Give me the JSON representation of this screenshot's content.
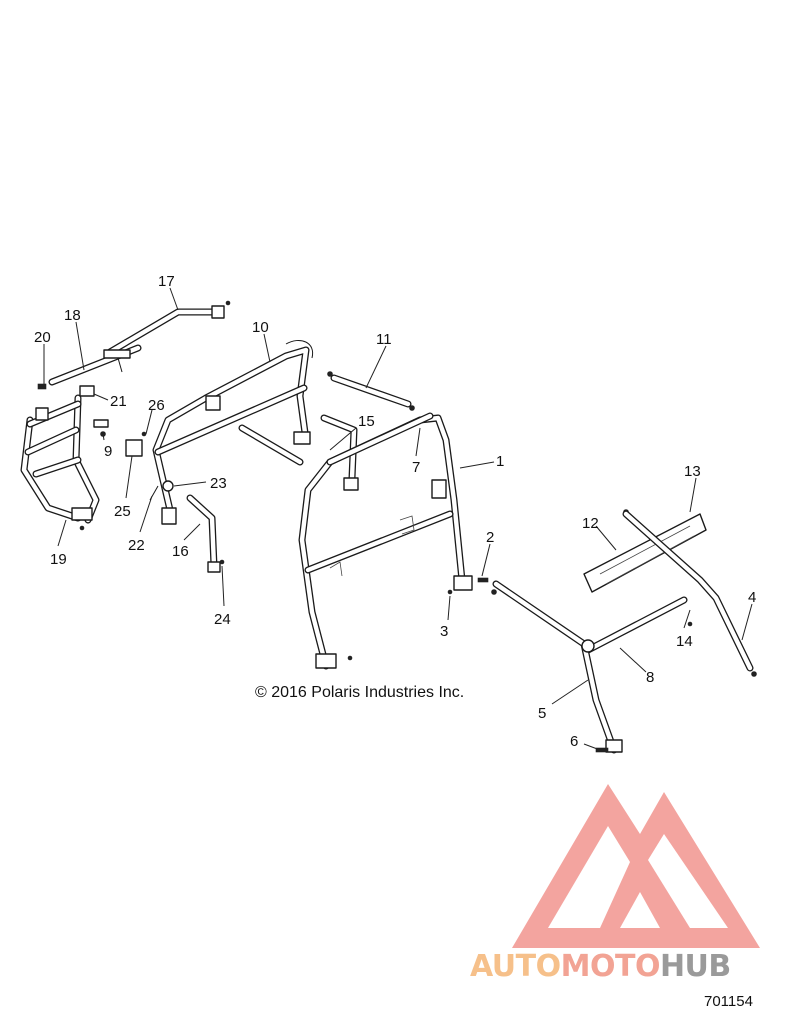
{
  "callouts": [
    {
      "id": "1",
      "label": "1"
    },
    {
      "id": "2",
      "label": "2"
    },
    {
      "id": "3",
      "label": "3"
    },
    {
      "id": "4",
      "label": "4"
    },
    {
      "id": "5",
      "label": "5"
    },
    {
      "id": "6",
      "label": "6"
    },
    {
      "id": "7",
      "label": "7"
    },
    {
      "id": "8",
      "label": "8"
    },
    {
      "id": "9",
      "label": "9"
    },
    {
      "id": "10",
      "label": "10"
    },
    {
      "id": "11",
      "label": "11"
    },
    {
      "id": "12",
      "label": "12"
    },
    {
      "id": "13",
      "label": "13"
    },
    {
      "id": "14",
      "label": "14"
    },
    {
      "id": "15",
      "label": "15"
    },
    {
      "id": "16",
      "label": "16"
    },
    {
      "id": "17",
      "label": "17"
    },
    {
      "id": "18",
      "label": "18"
    },
    {
      "id": "19",
      "label": "19"
    },
    {
      "id": "20",
      "label": "20"
    },
    {
      "id": "21",
      "label": "21"
    },
    {
      "id": "22",
      "label": "22"
    },
    {
      "id": "23",
      "label": "23"
    },
    {
      "id": "24",
      "label": "24"
    },
    {
      "id": "25",
      "label": "25"
    },
    {
      "id": "26",
      "label": "26"
    }
  ],
  "copyright": "© 2016 Polaris Industries Inc.",
  "figure_id": "701154",
  "watermark": {
    "text_part1": "AUTO",
    "text_part2": "MOTO",
    "text_part3": "HUB",
    "colors": {
      "auto": "#f6c08a",
      "moto": "#f2a394",
      "hub": "#9a9a9a",
      "logo": "#f3a09a"
    }
  }
}
